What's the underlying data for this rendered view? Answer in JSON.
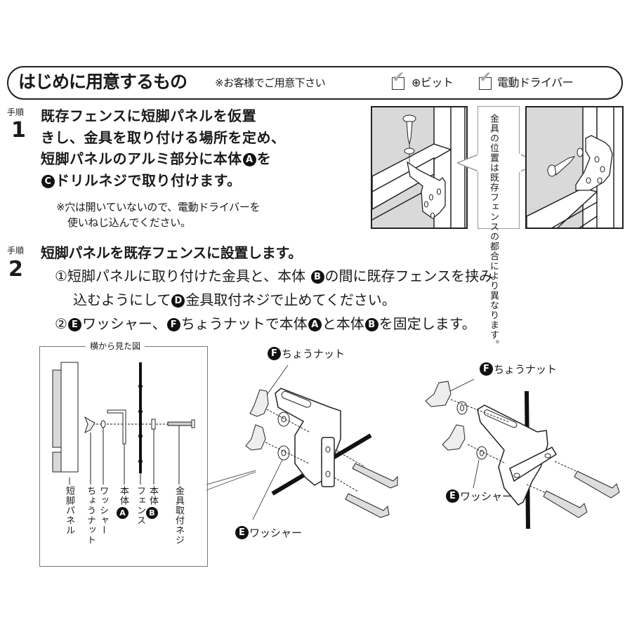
{
  "prep": {
    "title": "はじめに用意するもの",
    "note": "※お客様でご用意下さい",
    "items": [
      {
        "label": "⊕ビット",
        "checked": true
      },
      {
        "label": "電動ドライバー",
        "checked": true
      }
    ],
    "check_glyph": "✔"
  },
  "step1": {
    "tag": "手順",
    "number": "1",
    "lines": [
      "既存フェンスに短脚パネルを仮置",
      "きし、金具を取り付ける場所を定め、",
      "短脚パネルのアルミ部分に本体",
      "ドリルネジで取り付けます。"
    ],
    "line3_suffix": "を",
    "badge_a": "A",
    "badge_c": "C",
    "note_lines": [
      "※穴は開いていないので、電動ドライバーを",
      "使いねじ込んでください。"
    ],
    "callout": "金具の位置は既存フェンスの都合により異なります。"
  },
  "step2": {
    "tag": "手順",
    "number": "2",
    "title": "短脚パネルを既存フェンスに設置します。",
    "line1_a": "①短脚パネルに取り付けた金具と、本体",
    "line1_b": "の間に既存フェンスを挟み",
    "line2_a": "込むようにして",
    "line2_b": "金具取付ネジで止めてください。",
    "line3_a": "②",
    "line3_b": "ワッシャー、",
    "line3_c": "ちょうナットで本体",
    "line3_d": "と本体",
    "line3_e": "を固定します。",
    "badges": {
      "A": "A",
      "B": "B",
      "D": "D",
      "E": "E",
      "F": "F"
    }
  },
  "side_view": {
    "title": "横から見た図",
    "labels": [
      "短脚パネル",
      "ちょうナット",
      "ワッシャー",
      "本体A",
      "フェンス",
      "本体B",
      "金具取付ネジ"
    ],
    "label_panel": "短脚パネル",
    "label_wingnut": "ちょうナット",
    "label_washer": "ワッシャー",
    "label_body_a": "本体",
    "label_fence": "フェンス",
    "label_body_b": "本体",
    "label_screw": "金具取付ネジ"
  },
  "diagram_center": {
    "wingnut_label": "ちょうナット",
    "wingnut_badge": "F",
    "washer_label": "ワッシャー",
    "washer_badge": "E"
  },
  "diagram_right": {
    "wingnut_label": "ちょうナット",
    "wingnut_badge": "F",
    "washer_label": "ワッシャー",
    "washer_badge": "E"
  }
}
